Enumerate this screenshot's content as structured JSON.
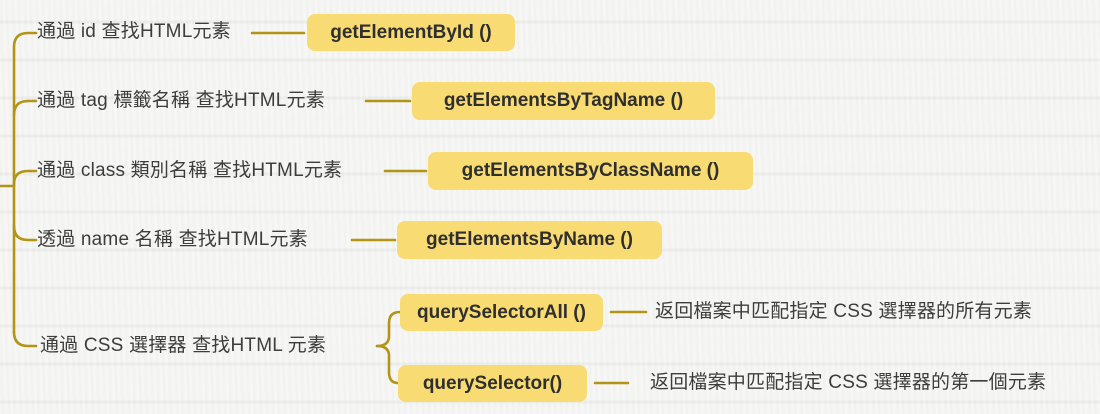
{
  "colors": {
    "page_bg": "#f4f4f2",
    "branch": "#b29417",
    "node_bg": "#f8db73",
    "node_text": "#2f2f2f",
    "label_text": "#3d3d3d"
  },
  "mindmap": {
    "branches": [
      {
        "label": "通過 id 查找HTML元素",
        "method": "getElementById ()"
      },
      {
        "label": "通過 tag 標籤名稱 查找HTML元素",
        "method": "getElementsByTagName ()"
      },
      {
        "label": "通過 class 類別名稱 查找HTML元素",
        "method": "getElementsByClassName ()"
      },
      {
        "label": "透過 name 名稱 查找HTML元素",
        "method": "getElementsByName ()"
      },
      {
        "label": "通過 CSS 選擇器 查找HTML 元素",
        "children": [
          {
            "method": "querySelectorAll ()",
            "description": "返回檔案中匹配指定 CSS 選擇器的所有元素"
          },
          {
            "method": "querySelector()",
            "description": "返回檔案中匹配指定 CSS 選擇器的第一個元素"
          }
        ]
      }
    ]
  }
}
